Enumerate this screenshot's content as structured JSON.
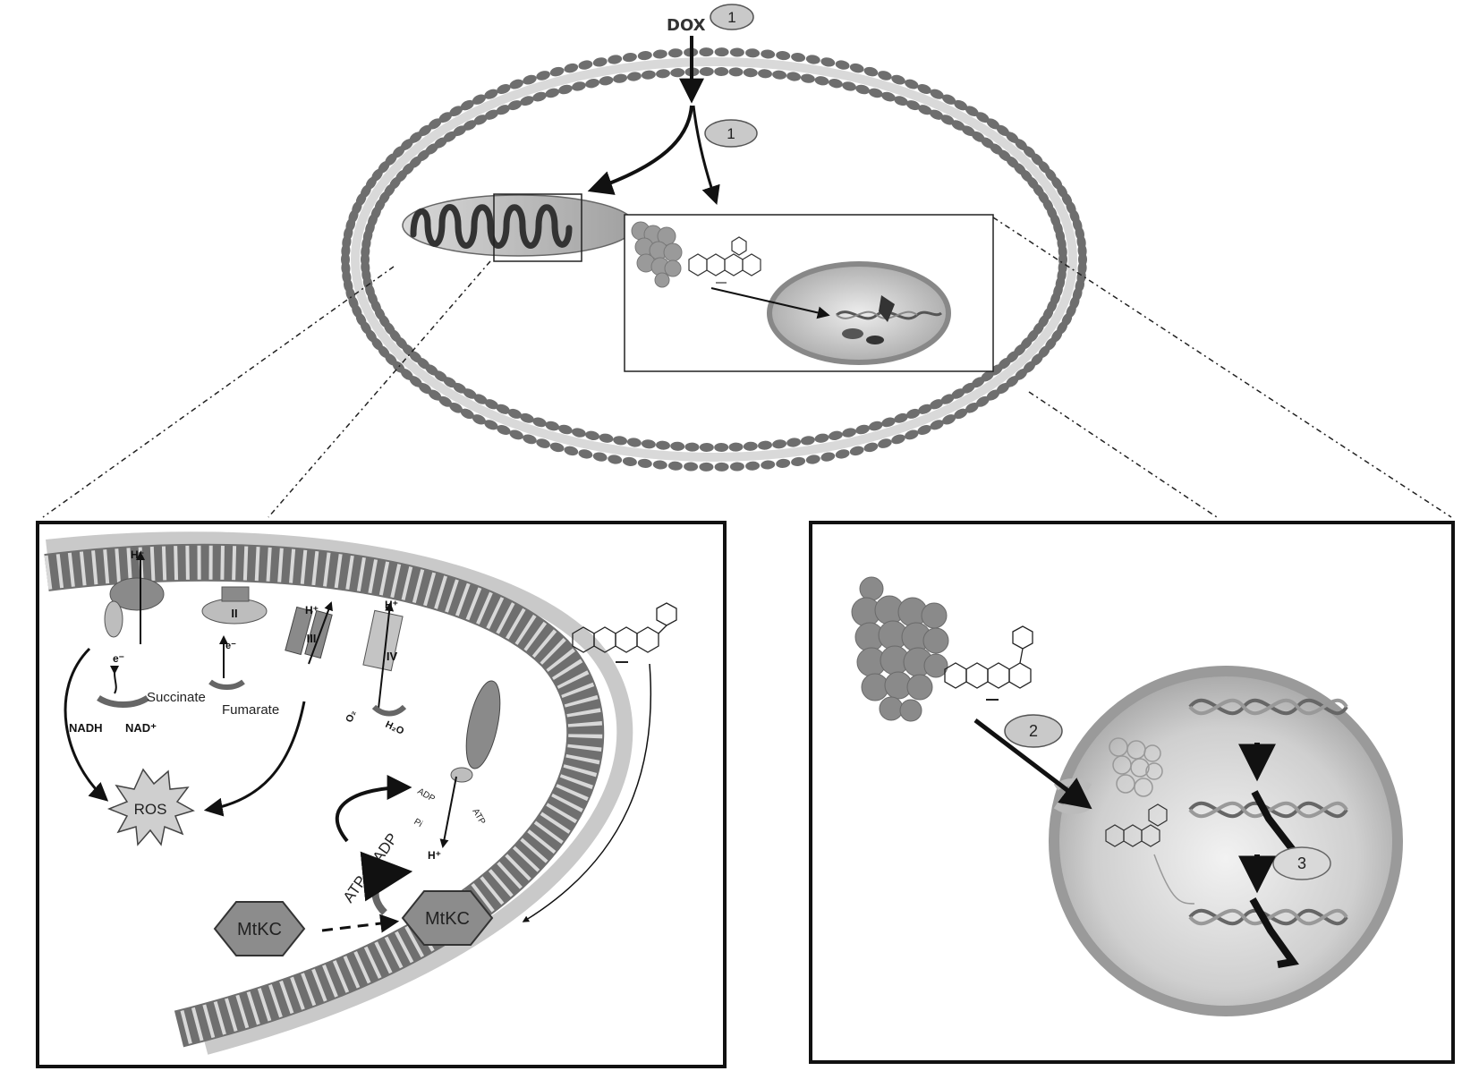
{
  "labels": {
    "dox": "DOX",
    "step1a": "1",
    "step1b": "1",
    "step2": "2",
    "step3": "3",
    "hplus1": "H⁺",
    "hplus2": "H⁺",
    "hplus3": "H⁺",
    "hplus4": "H⁺",
    "complex_ii": "II",
    "complex_iii": "III",
    "complex_iv": "IV",
    "eminus1": "e⁻",
    "eminus2": "e⁻",
    "nadh": "NADH",
    "nadplus": "NAD⁺",
    "succinate": "Succinate",
    "fumarate": "Fumarate",
    "o2": "O₂",
    "h2o": "H₂O",
    "ros": "ROS",
    "adp1": "ADP",
    "pi": "Pi",
    "atp1": "ATP",
    "atp2": "ATP",
    "adp2": "ADP",
    "mtkc1": "MtKC",
    "mtkc2": "MtKC"
  },
  "colors": {
    "membrane_dark": "#6e6e6e",
    "membrane_light": "#d9d9d9",
    "protein": "#8a8a8a",
    "nucleus_outer": "#9a9a9a",
    "nucleus_inner": "#d6d6d6",
    "ros_fill": "#cfcfcf",
    "mtkc_fill": "#8c8c8c"
  },
  "icons": {
    "mitochondrion": "mitochondrion-icon",
    "proteasome": "proteasome-icon",
    "doxorubicin": "doxorubicin-molecule-icon",
    "dna": "dna-helix-icon",
    "atp_synthase": "atp-synthase-icon"
  }
}
